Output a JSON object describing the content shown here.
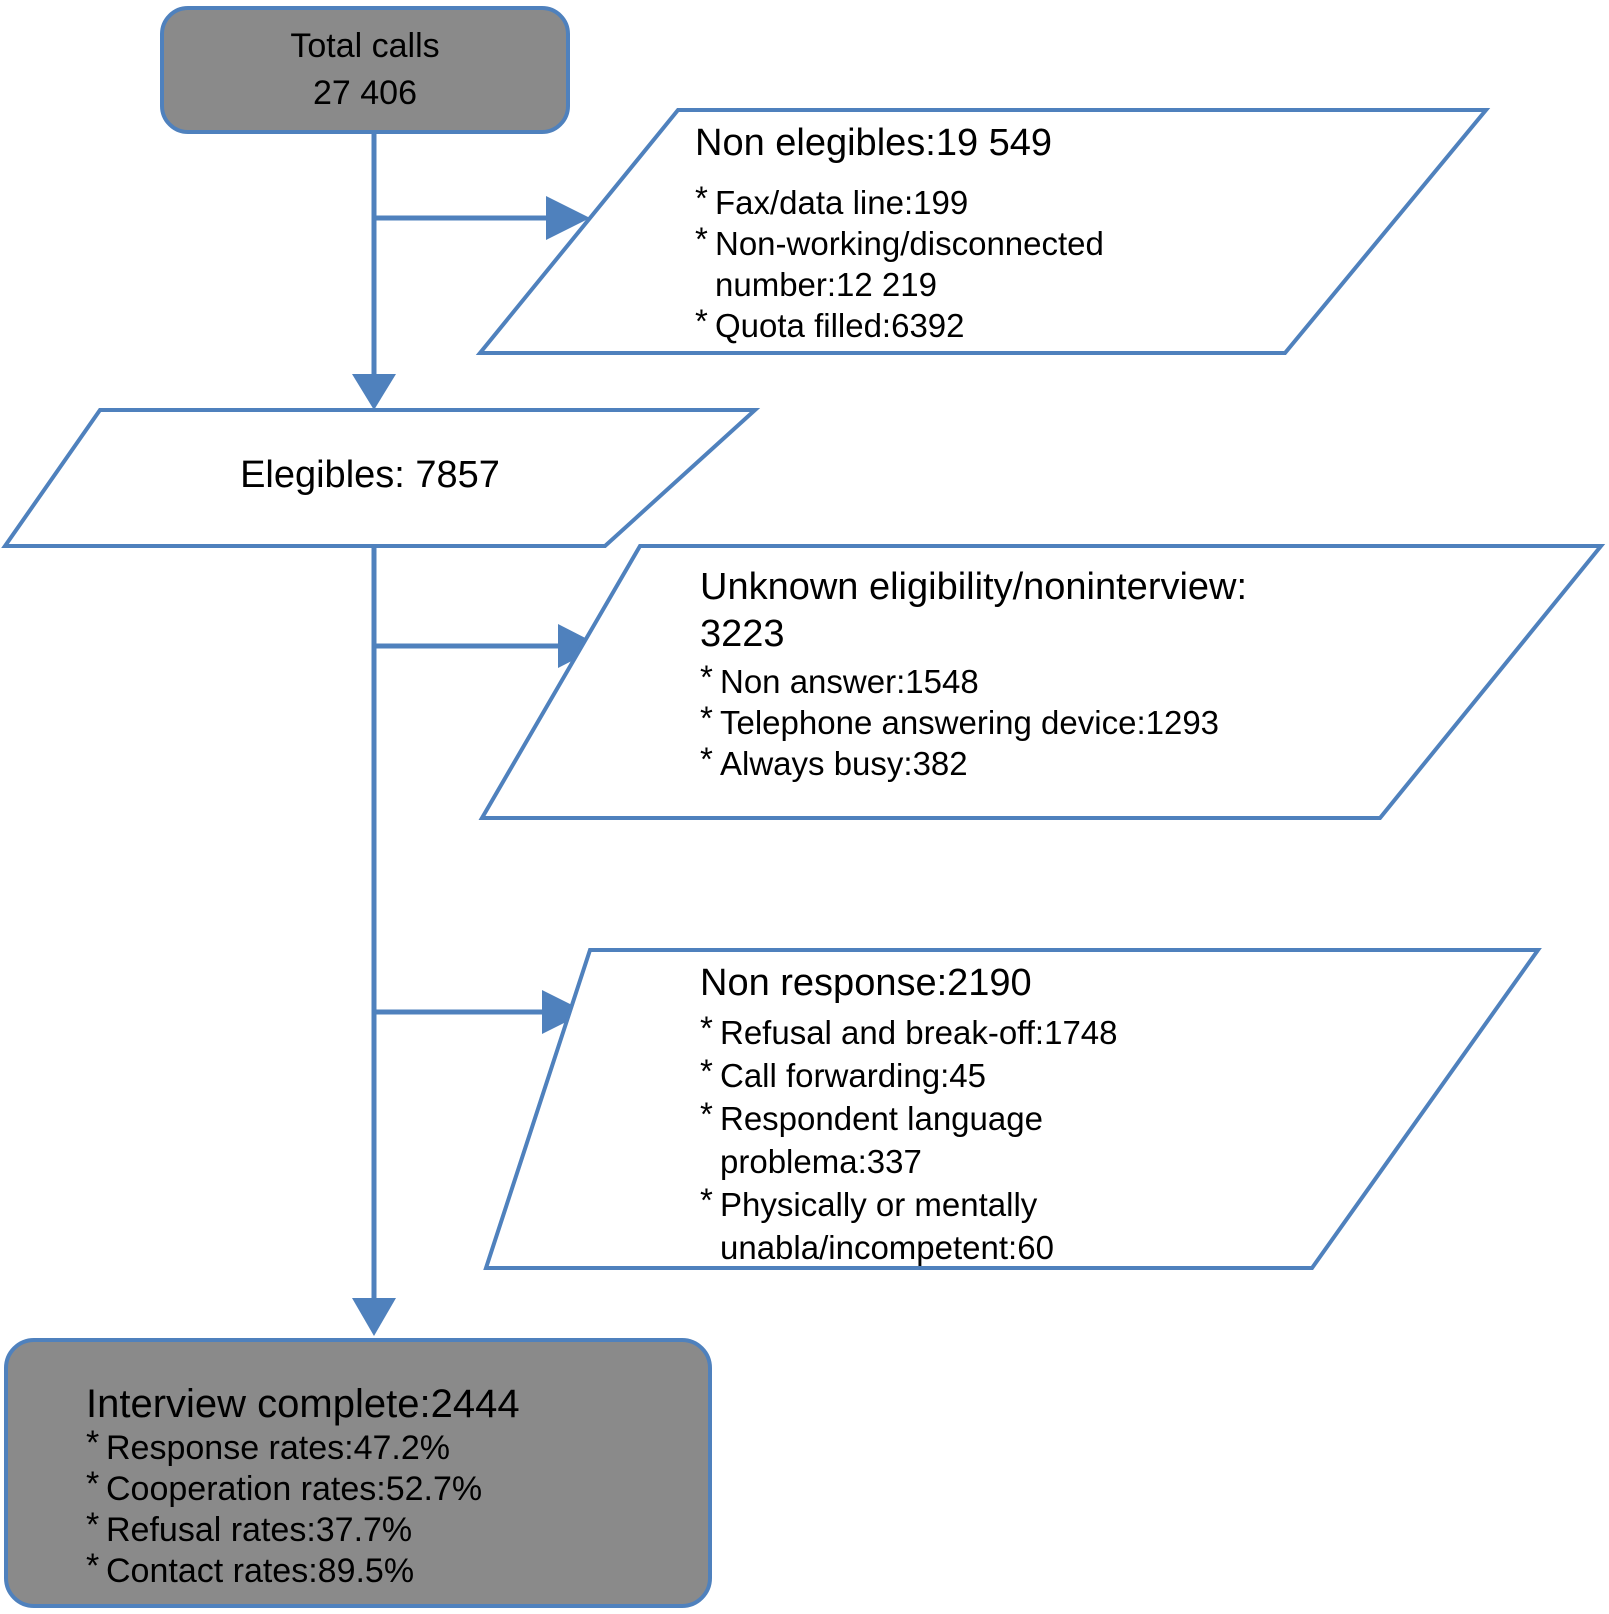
{
  "bullet": "*",
  "colors": {
    "accent": "#4f81bd",
    "node_fill": "#8a8a8a",
    "text": "#000000",
    "background": "#ffffff"
  },
  "nodes": {
    "total_calls": {
      "line1": "Total calls",
      "line2": "27 406"
    },
    "non_eligibles": {
      "title": "Non elegibles:19 549",
      "items": [
        "Fax/data line:199",
        "Non-working/disconnected number:12 219",
        "Quota filled:6392"
      ]
    },
    "eligibles": {
      "title": "Elegibles: 7857"
    },
    "unknown_eligibility": {
      "title_line1": "Unknown eligibility/noninterview:",
      "title_line2": "3223",
      "items": [
        "Non answer:1548",
        "Telephone answering device:1293",
        "Always busy:382"
      ]
    },
    "non_response": {
      "title": "Non response:2190",
      "items": [
        "Refusal and break-off:1748",
        "Call forwarding:45",
        "Respondent language problema:337",
        "Physically or mentally unabla/incompetent:60"
      ]
    },
    "interview_complete": {
      "title": "Interview complete:2444",
      "items": [
        "Response rates:47.2%",
        "Cooperation rates:52.7%",
        "Refusal rates:37.7%",
        "Contact rates:89.5%"
      ]
    }
  }
}
